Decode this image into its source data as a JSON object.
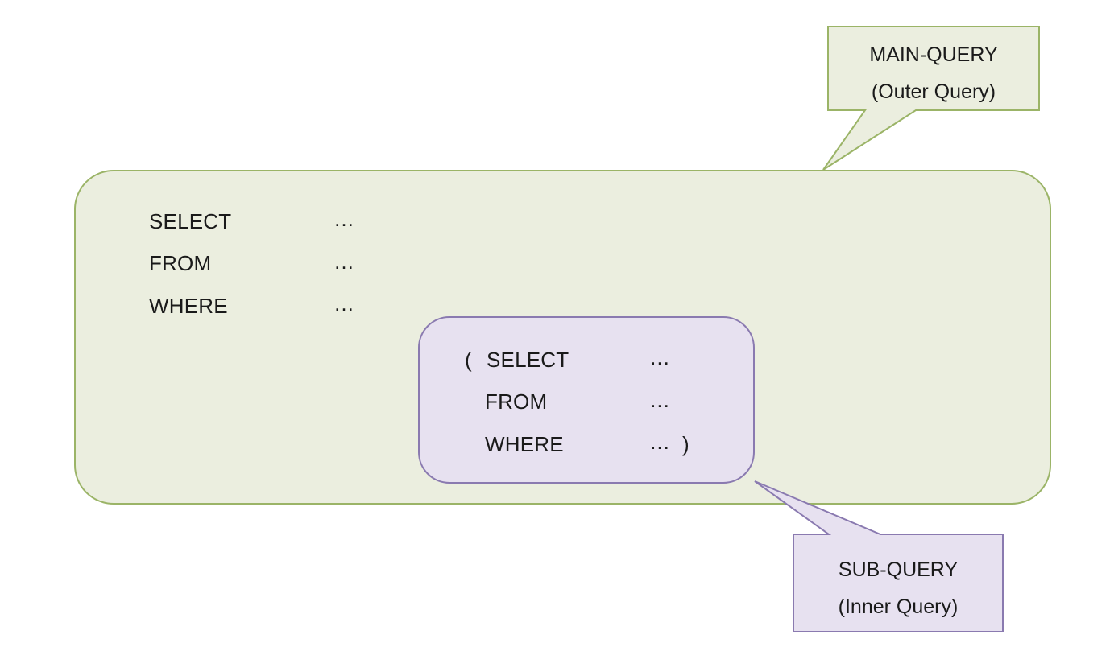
{
  "main_query": {
    "keywords": [
      "SELECT",
      "FROM",
      "WHERE"
    ],
    "values": [
      "…",
      "…",
      "…"
    ],
    "colors": {
      "fill": "#ebeedf",
      "stroke": "#9bb467"
    }
  },
  "sub_query": {
    "open_paren": "(",
    "keywords": [
      "SELECT",
      "FROM",
      "WHERE"
    ],
    "values": [
      "…",
      "…",
      "…"
    ],
    "close_paren": ")",
    "colors": {
      "fill": "#e7e1f0",
      "stroke": "#8a7ab0"
    }
  },
  "main_callout": {
    "line1": "MAIN-QUERY",
    "line2": "(Outer Query)",
    "colors": {
      "fill": "#ebeedf",
      "stroke": "#9bb467"
    }
  },
  "sub_callout": {
    "line1": "SUB-QUERY",
    "line2": "(Inner Query)",
    "colors": {
      "fill": "#e7e1f0",
      "stroke": "#8a7ab0"
    }
  }
}
